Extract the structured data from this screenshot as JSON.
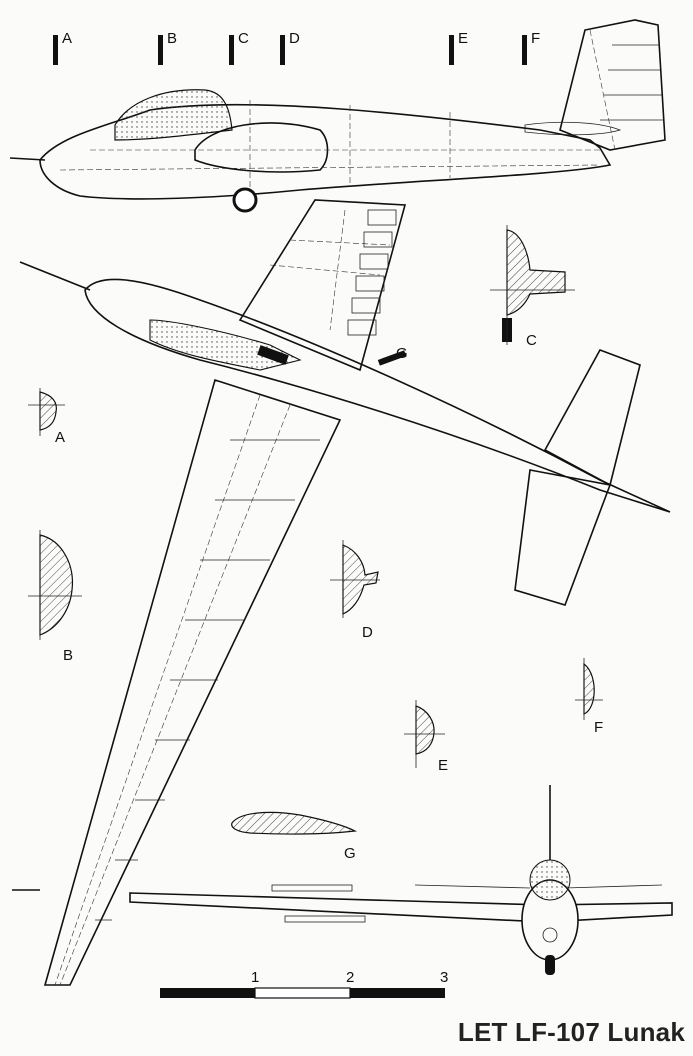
{
  "title": "LET LF-107 Lunak",
  "section_markers": [
    "A",
    "B",
    "C",
    "D",
    "E",
    "F"
  ],
  "section_labels": {
    "a": "A",
    "b": "B",
    "c": "C",
    "d": "D",
    "e": "E",
    "f": "F",
    "g": "G",
    "g_wing": "G"
  },
  "scale_bar": {
    "ticks": [
      "1",
      "2",
      "3"
    ]
  }
}
